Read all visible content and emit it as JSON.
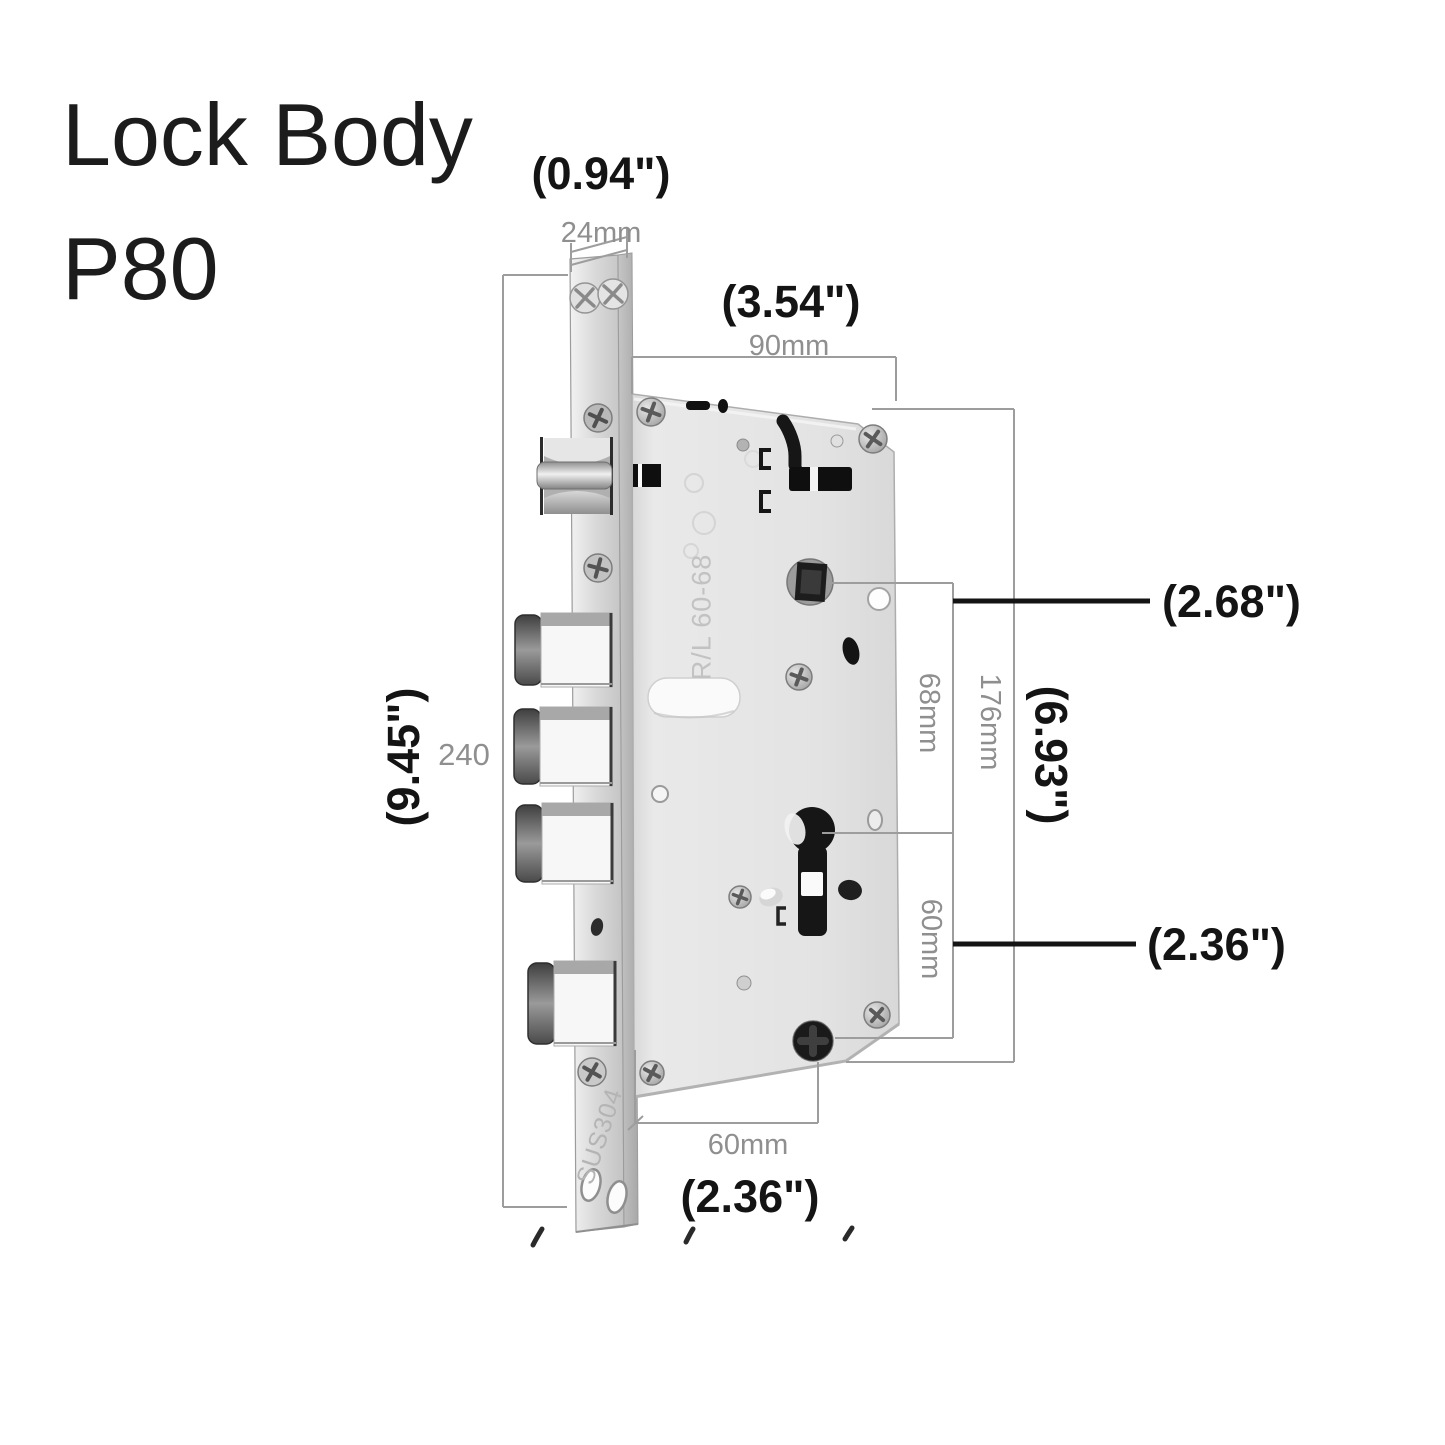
{
  "title": {
    "line1": "Lock Body",
    "line2": "P80"
  },
  "dimensions": {
    "faceplate_width": {
      "mm": "24mm",
      "inch": "(0.94\")"
    },
    "body_width": {
      "mm": "90mm",
      "inch": "(3.54\")"
    },
    "faceplate_height": {
      "mm": "240",
      "inch": "(9.45\")"
    },
    "spindle_offset": {
      "inch": "(2.68\")"
    },
    "spindle_to_cylinder": {
      "mm": "68mm"
    },
    "body_height": {
      "mm": "176mm",
      "inch": "(6.93\")"
    },
    "cylinder_to_screw": {
      "mm": "60mm",
      "inch": "(2.36\")"
    },
    "backset": {
      "mm": "60mm",
      "inch": "(2.36\")"
    }
  },
  "markings": {
    "body_engraving": "R/L 60-68",
    "faceplate_engraving": "SUS304"
  },
  "colors": {
    "background": "#ffffff",
    "label_black": "#141414",
    "label_gray": "#8f8f8f",
    "dimension_line": "#9d9d9d",
    "metal_light": "#ececec",
    "metal_mid": "#c9c9c9",
    "metal_dark": "#4a4a4a"
  }
}
